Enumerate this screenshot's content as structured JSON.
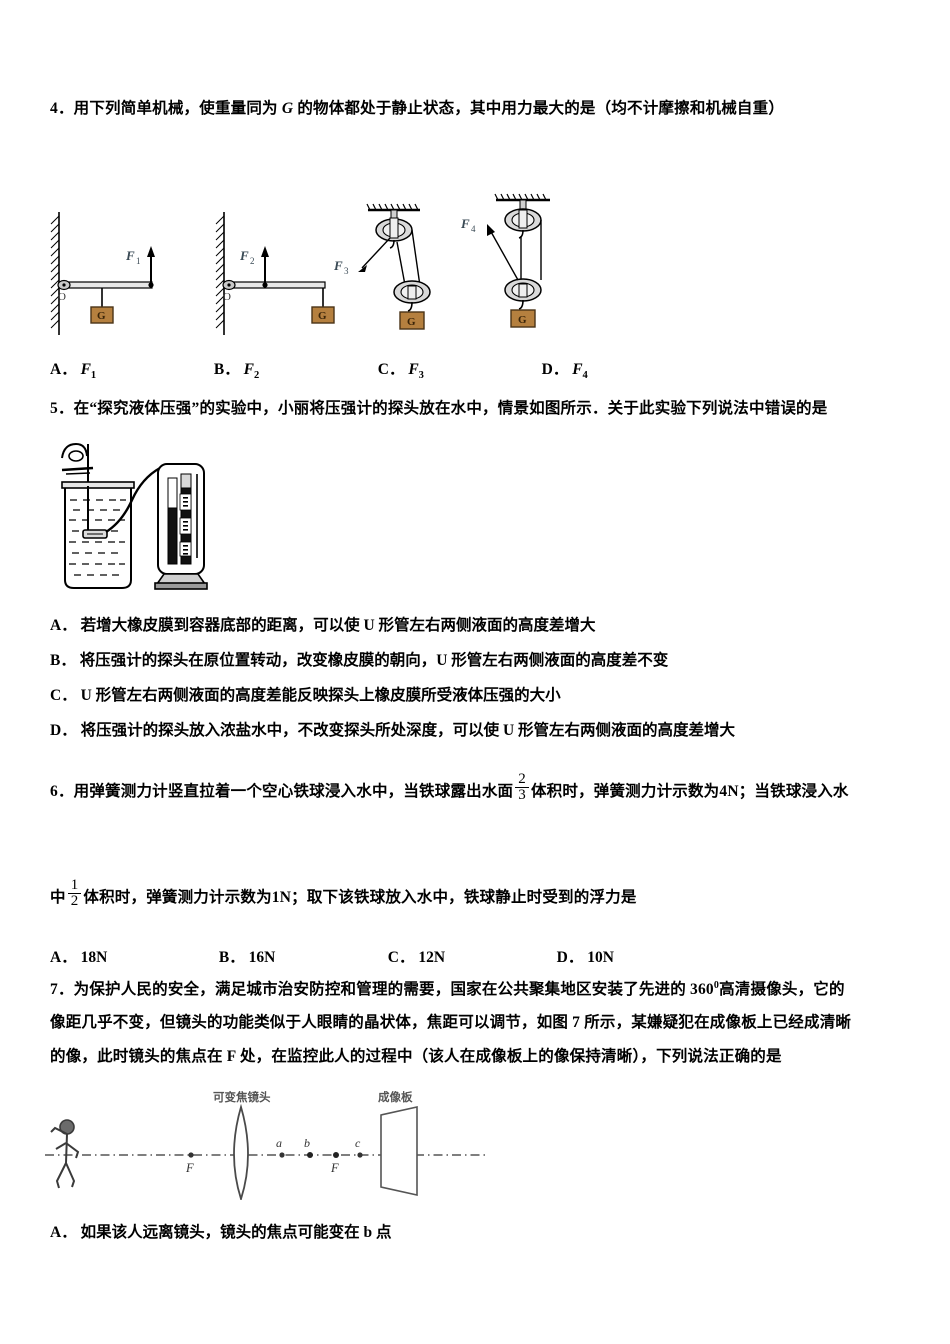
{
  "document": {
    "type": "physics-exam-page",
    "language": "zh-CN"
  },
  "questions": [
    {
      "number": "4",
      "stem": "4．用下列简单机械，使重量同为 G 的物体都处于静止状态，其中用力最大的是（均不计摩擦和机械自重）",
      "stem_parts": {
        "before_G": "4．用下列简单机械，使重量同为",
        "G": "G",
        "after_G": "的物体都处于静止状态，其中用力最大的是（均不计摩擦和机械自重）"
      },
      "figure": {
        "name": "simple-machines-figure",
        "items": [
          {
            "label": "F",
            "sub": "1",
            "type": "lever",
            "pivot_label": "O",
            "weight_label": "G"
          },
          {
            "label": "F",
            "sub": "2",
            "type": "lever",
            "pivot_label": "O",
            "weight_label": "G"
          },
          {
            "label": "F",
            "sub": "3",
            "type": "pulley-system",
            "weight_label": "G"
          },
          {
            "label": "F",
            "sub": "4",
            "type": "pulley-system",
            "weight_label": "G"
          }
        ]
      },
      "options": [
        {
          "key": "A．",
          "text": "F",
          "sub": "1"
        },
        {
          "key": "B．",
          "text": "F",
          "sub": "2"
        },
        {
          "key": "C．",
          "text": "F",
          "sub": "3"
        },
        {
          "key": "D．",
          "text": "F",
          "sub": "4"
        }
      ]
    },
    {
      "number": "5",
      "stem": "5．在“探究液体压强”的实验中，小丽将压强计的探头放在水中，情景如图所示．关于此实验下列说法中错误的是",
      "figure": {
        "name": "liquid-pressure-experiment-figure",
        "parts": [
          "beaker-with-liquid",
          "probe-on-stand",
          "rubber-tube",
          "u-tube-manometer"
        ]
      },
      "options": [
        {
          "key": "A．",
          "text": "若增大橡皮膜到容器底部的距离，可以使 U 形管左右两侧液面的高度差增大"
        },
        {
          "key": "B．",
          "text": "将压强计的探头在原位置转动，改变橡皮膜的朝向，U 形管左右两侧液面的高度差不变"
        },
        {
          "key": "C．",
          "text": "U 形管左右两侧液面的高度差能反映探头上橡皮膜所受液体压强的大小"
        },
        {
          "key": "D．",
          "text": "将压强计的探头放入浓盐水中，不改变探头所处深度，可以使 U 形管左右两侧液面的高度差增大"
        }
      ]
    },
    {
      "number": "6",
      "stem_line1_a": "6．用弹簧测力计竖直拉着一个空心铁球浸入水中，当铁球露出水面",
      "stem_line1_frac": {
        "num": "2",
        "den": "3"
      },
      "stem_line1_b": "体积时，弹簧测力计示数为4N；当铁球浸入水",
      "stem_line2_a": "中",
      "stem_line2_frac": {
        "num": "1",
        "den": "2"
      },
      "stem_line2_b": "体积时，弹簧测力计示数为1N；取下该铁球放入水中，铁球静止时受到的浮力是",
      "options": [
        {
          "key": "A．",
          "text": "18N"
        },
        {
          "key": "B．",
          "text": "16N"
        },
        {
          "key": "C．",
          "text": "12N"
        },
        {
          "key": "D．",
          "text": "10N"
        }
      ]
    },
    {
      "number": "7",
      "stem_line1_a": "7．为保护人民的安全，满足城市治安防控和管理的需要，国家在公共聚集地区安装了先进的 360",
      "stem_line1_sup": "0",
      "stem_line1_b": "高清摄像头，它的",
      "stem_line2": "像距几乎不变，但镜头的功能类似于人眼睛的晶状体，焦距可以调节，如图 7 所示，某嫌疑犯在成像板上已经成清晰",
      "stem_line3": "的像，此时镜头的焦点在 F 处，在监控此人的过程中（该人在成像板上的像保持清晰），下列说法正确的是",
      "figure": {
        "name": "zoom-lens-optics-figure",
        "lens_label": "可变焦镜头",
        "screen_label": "成像板",
        "axis_points": [
          "F",
          "a",
          "b",
          "F",
          "c"
        ],
        "person": "stick-figure"
      },
      "options": [
        {
          "key": "A．",
          "text": "如果该人远离镜头，镜头的焦点可能变在 b 点"
        }
      ]
    }
  ],
  "colors": {
    "weight_fill": "#b5803f",
    "weight_stroke": "#4a3317",
    "ink": "#000000",
    "figure_gray": "#808080"
  }
}
